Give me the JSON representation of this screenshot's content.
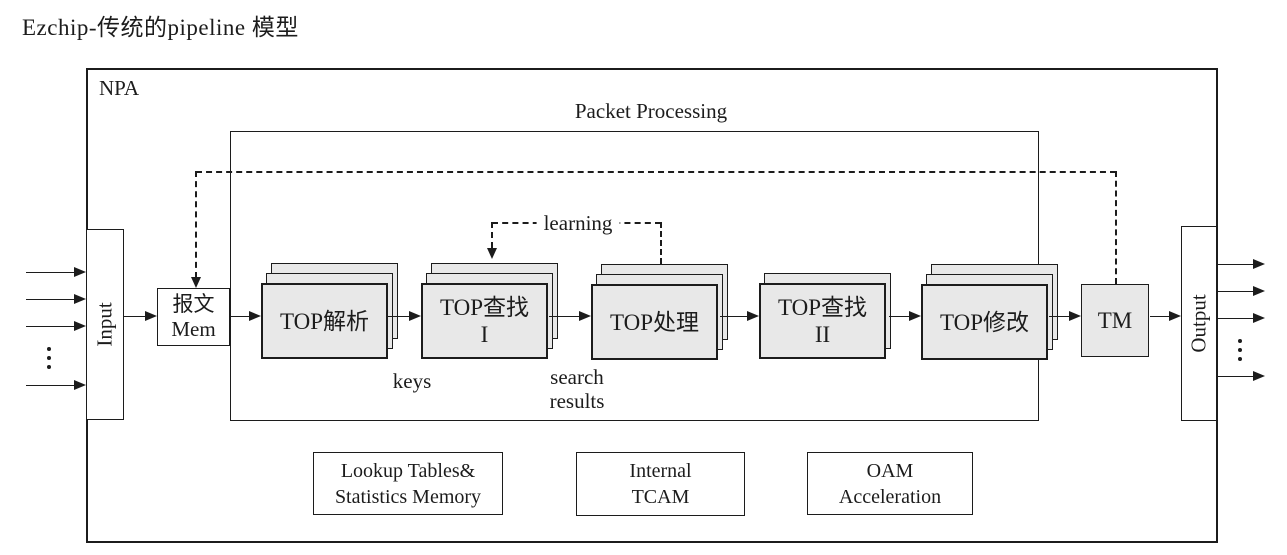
{
  "page_title": "Ezchip-传统的pipeline 模型",
  "npa": {
    "label": "NPA"
  },
  "packet_processing": {
    "label": "Packet Processing"
  },
  "io": {
    "input_label": "Input",
    "output_label": "Output",
    "input_port_count": 4,
    "output_port_count": 4
  },
  "mem": {
    "line1": "报文",
    "line2": "Mem"
  },
  "stages": [
    {
      "name": "top-parse",
      "line1": "TOP解析",
      "line2": "",
      "layers": 3
    },
    {
      "name": "top-lookup-1",
      "line1": "TOP查找",
      "line2": "I",
      "layers": 3
    },
    {
      "name": "top-process",
      "line1": "TOP处理",
      "line2": "",
      "layers": 3
    },
    {
      "name": "top-lookup-2",
      "line1": "TOP查找",
      "line2": "II",
      "layers": 2
    },
    {
      "name": "top-modify",
      "line1": "TOP修改",
      "line2": "",
      "layers": 3
    }
  ],
  "tm": {
    "label": "TM"
  },
  "annotations": {
    "learning": "learning",
    "keys": "keys",
    "search_results_line1": "search",
    "search_results_line2": "results"
  },
  "memory_blocks": [
    {
      "name": "lookup-tables",
      "line1": "Lookup Tables&",
      "line2": "Statistics Memory"
    },
    {
      "name": "internal-tcam",
      "line1": "Internal",
      "line2": "TCAM"
    },
    {
      "name": "oam-accel",
      "line1": "OAM",
      "line2": "Acceleration"
    }
  ],
  "colors": {
    "stack_fill": "#e8e8e8",
    "line": "#1c1c1c",
    "background": "#ffffff"
  }
}
